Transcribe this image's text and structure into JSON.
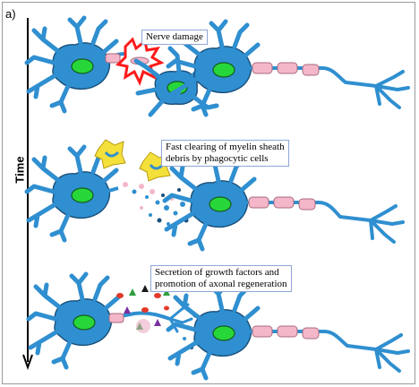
{
  "panel_label": "a)",
  "axis": {
    "label": "Time"
  },
  "stages": [
    {
      "caption": [
        "Nerve damage"
      ]
    },
    {
      "caption": [
        "Fast clearing  of myelin  sheath",
        "debris by phagocytic cells"
      ]
    },
    {
      "caption": [
        "Secretion of growth factors and",
        "promotion of axonal regeneration"
      ]
    }
  ],
  "colors": {
    "cell": "#2f8fd0",
    "cell_outline": "#1a4f7a",
    "nucleus": "#27d73a",
    "myelin": "#f3b7c9",
    "damage_outline": "#ff1a1a",
    "phagocyte": "#f4e03a"
  }
}
